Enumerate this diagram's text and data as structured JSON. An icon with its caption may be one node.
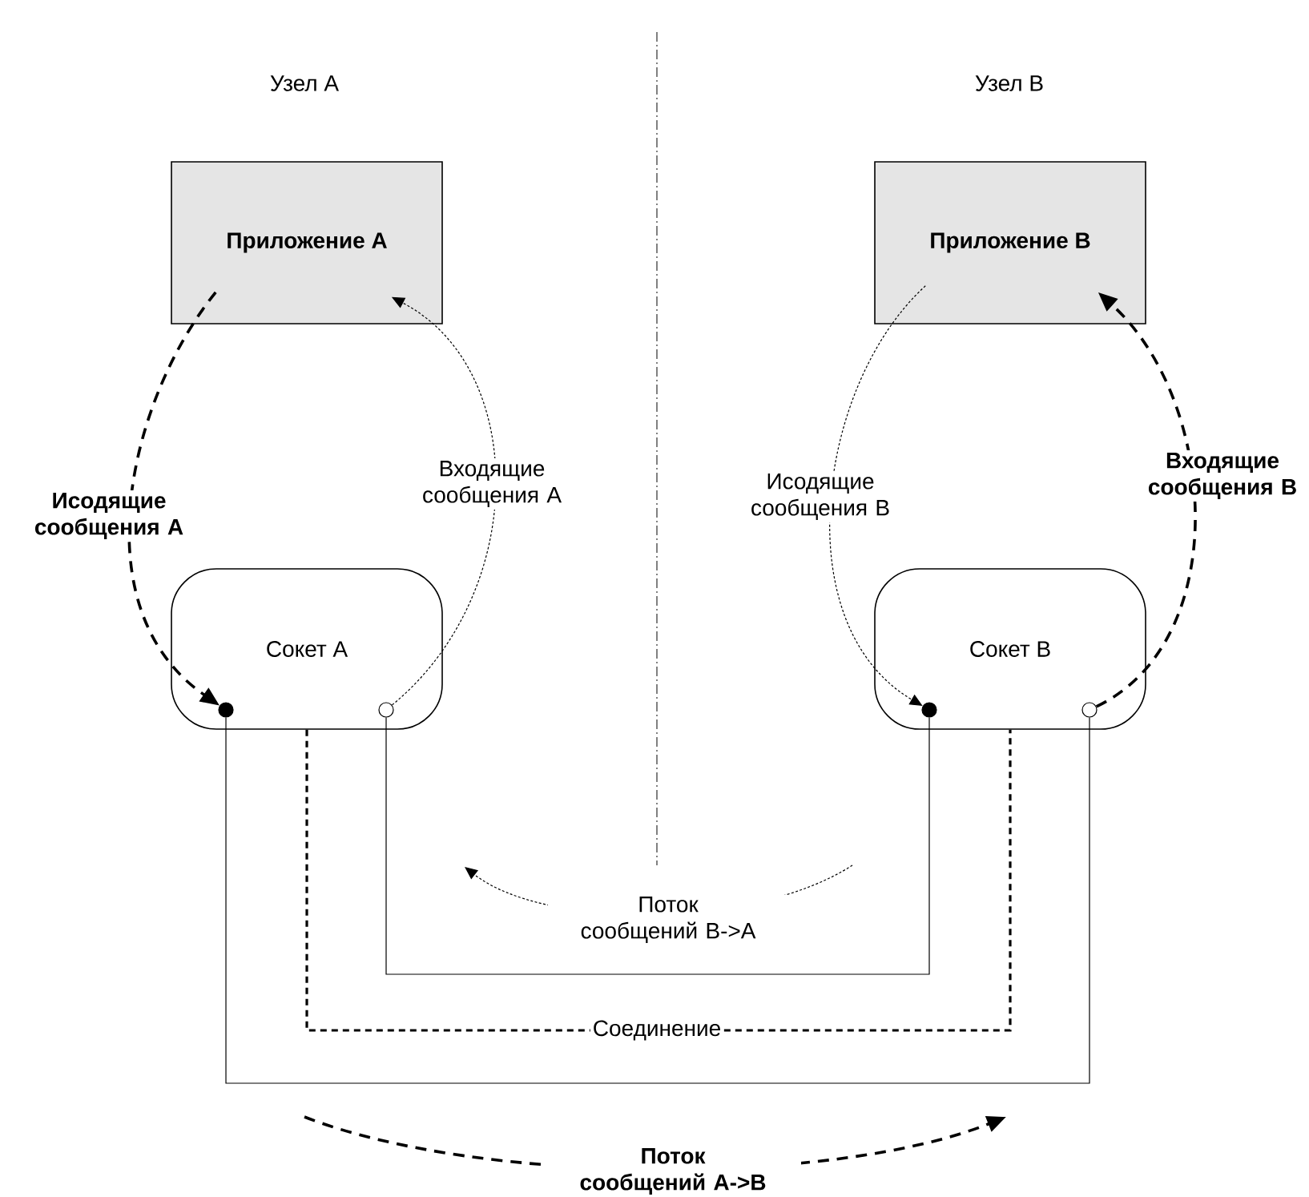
{
  "diagram": {
    "nodes": [
      {
        "text": [
          "Приложение A"
        ]
      },
      {
        "text": [
          "Приложение B"
        ]
      },
      {
        "text": [
          "Сокет A"
        ]
      },
      {
        "text": [
          "Сокет B"
        ]
      },
      {
        "text": [],
        "shape": "circle",
        "in": 2
      },
      {
        "text": [],
        "shape": "circle",
        "in": 2
      },
      {
        "text": [],
        "shape": "circle",
        "in": 3
      },
      {
        "text": [],
        "shape": "circle",
        "in": 3
      }
    ],
    "edges": [
      {
        "from": 0,
        "to": 4,
        "arrow": "to",
        "style": "dashed",
        "label": "Исодящие сообщения A"
      },
      {
        "from": 5,
        "to": 0,
        "arrow": "to",
        "style": "dashed",
        "label": "Входящие сообщения A"
      },
      {
        "from": 1,
        "to": 6,
        "arrow": "to",
        "style": "dashed",
        "label": "Исодящие сообщения B"
      },
      {
        "from": 7,
        "to": 1,
        "arrow": "to",
        "style": "dashed",
        "label": "Входящие сообщения B"
      },
      {
        "from": 4,
        "to": 7,
        "arrow": "none"
      },
      {
        "from": 5,
        "to": 6,
        "arrow": "none"
      },
      {
        "from": 2,
        "to": 3,
        "arrow": "none",
        "style": "dashed",
        "label": "Соединение"
      }
    ],
    "labels": [
      "Узел A",
      "Узел B",
      "Поток сообщений B->A",
      "Поток сообщений A->B"
    ]
  }
}
